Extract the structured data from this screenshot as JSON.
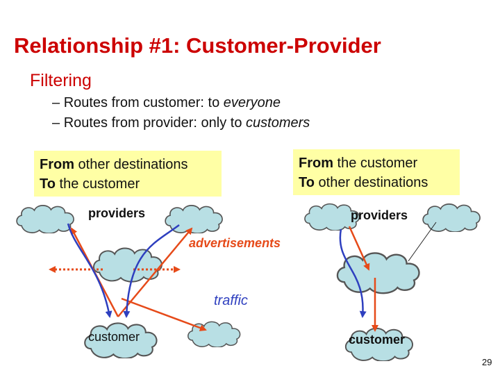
{
  "slide": {
    "title": "Relationship #1: Customer-Provider",
    "subtitle": "Filtering",
    "bullets": [
      {
        "dash": "–",
        "text": "Routes from customer: to ",
        "em": "everyone"
      },
      {
        "dash": "–",
        "text": "Routes from provider: only to ",
        "em": "customers"
      }
    ],
    "page_number": "29"
  },
  "left_box": {
    "line1_bold": "From",
    "line1_rest": " other destinations",
    "line2_bold": "To",
    "line2_rest": " the customer"
  },
  "right_box": {
    "line1_bold": "From",
    "line1_rest": " the customer",
    "line2_bold": "To",
    "line2_rest": " other destinations"
  },
  "diagram": {
    "labels": {
      "providers_left": "providers",
      "providers_right": "providers",
      "advertisements": "advertisements",
      "traffic": "traffic",
      "customer_left": "customer",
      "customer_right": "customer"
    },
    "colors": {
      "cloud": "#b8dfe4",
      "ad_arrow": "#e64a19",
      "traffic_arrow": "#2e3fbf",
      "box": "#ffffa5",
      "title": "#cc0000"
    }
  }
}
